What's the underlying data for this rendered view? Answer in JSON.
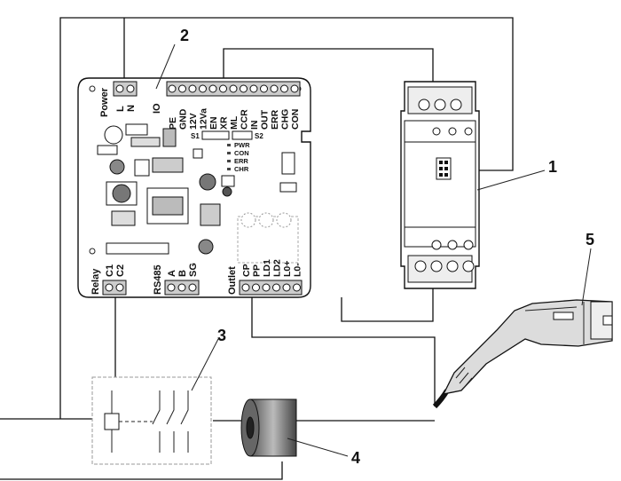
{
  "diagram": {
    "callouts": [
      {
        "id": "1",
        "text": "1"
      },
      {
        "id": "2",
        "text": "2"
      },
      {
        "id": "3",
        "text": "3"
      },
      {
        "id": "4",
        "text": "4"
      },
      {
        "id": "5",
        "text": "5"
      }
    ],
    "board": {
      "power_header": "Power",
      "power_pins": [
        "L",
        "N"
      ],
      "io_header": "IO",
      "io_pins": [
        "PE",
        "GND",
        "12V",
        "12Va",
        "EN",
        "XR",
        "ML",
        "CCR",
        "IN",
        "OUT",
        "ERR",
        "CHG",
        "CON"
      ],
      "switch_labels": [
        "S1",
        "S2"
      ],
      "leds": [
        "PWR",
        "CON",
        "ERR",
        "CHR"
      ],
      "relay_header": "Relay",
      "relay_pins": [
        "C1",
        "C2"
      ],
      "rs485_header": "RS485",
      "rs485_pins": [
        "A",
        "B",
        "SG"
      ],
      "outlet_header": "Outlet",
      "outlet_pins": [
        "CP",
        "PP",
        "LD1",
        "LD2",
        "L0+",
        "L0-"
      ]
    }
  }
}
